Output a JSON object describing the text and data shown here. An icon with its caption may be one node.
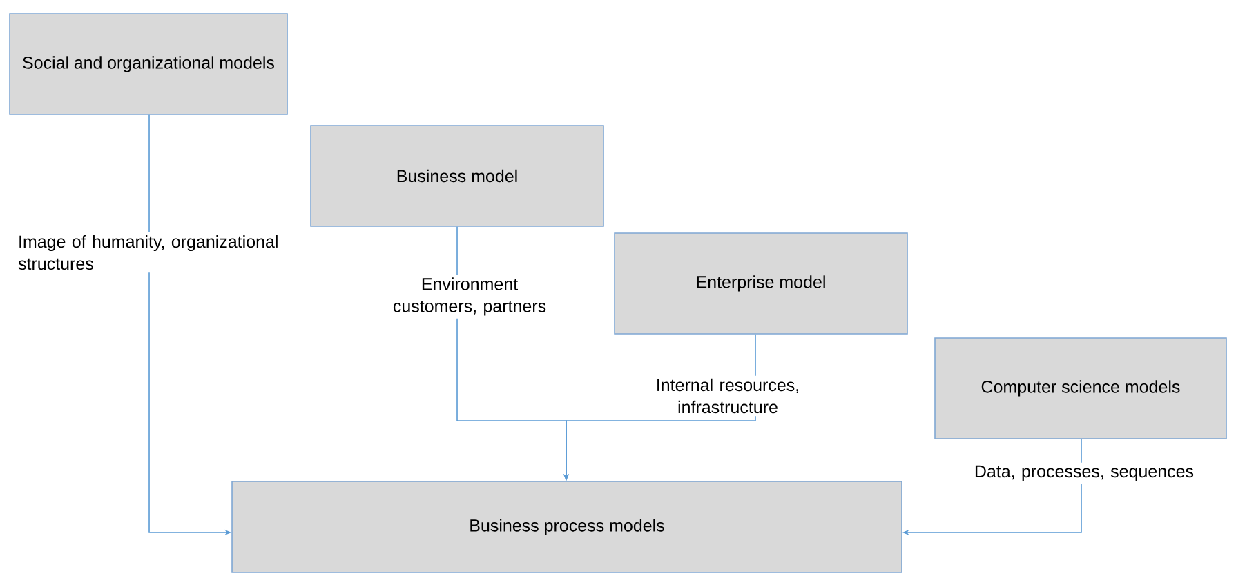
{
  "diagram": {
    "nodes": [
      {
        "text": [
          "Social and organizational models"
        ]
      },
      {
        "text": [
          "Business model"
        ]
      },
      {
        "text": [
          "Enterprise model"
        ]
      },
      {
        "text": [
          "Computer science models"
        ]
      },
      {
        "text": [
          "Business process models"
        ]
      }
    ],
    "edges": [
      {
        "from": 0,
        "to": 4,
        "arrow": "to",
        "label": "Image of humanity, organizational structures"
      },
      {
        "from": 1,
        "to": 4,
        "arrow": "to",
        "label": "Environment customers, partners"
      },
      {
        "from": 2,
        "to": 4,
        "arrow": "to",
        "label": "Internal resources, infrastructure"
      },
      {
        "from": 3,
        "to": 4,
        "arrow": "to",
        "label": "Data, processes, sequences"
      }
    ]
  }
}
